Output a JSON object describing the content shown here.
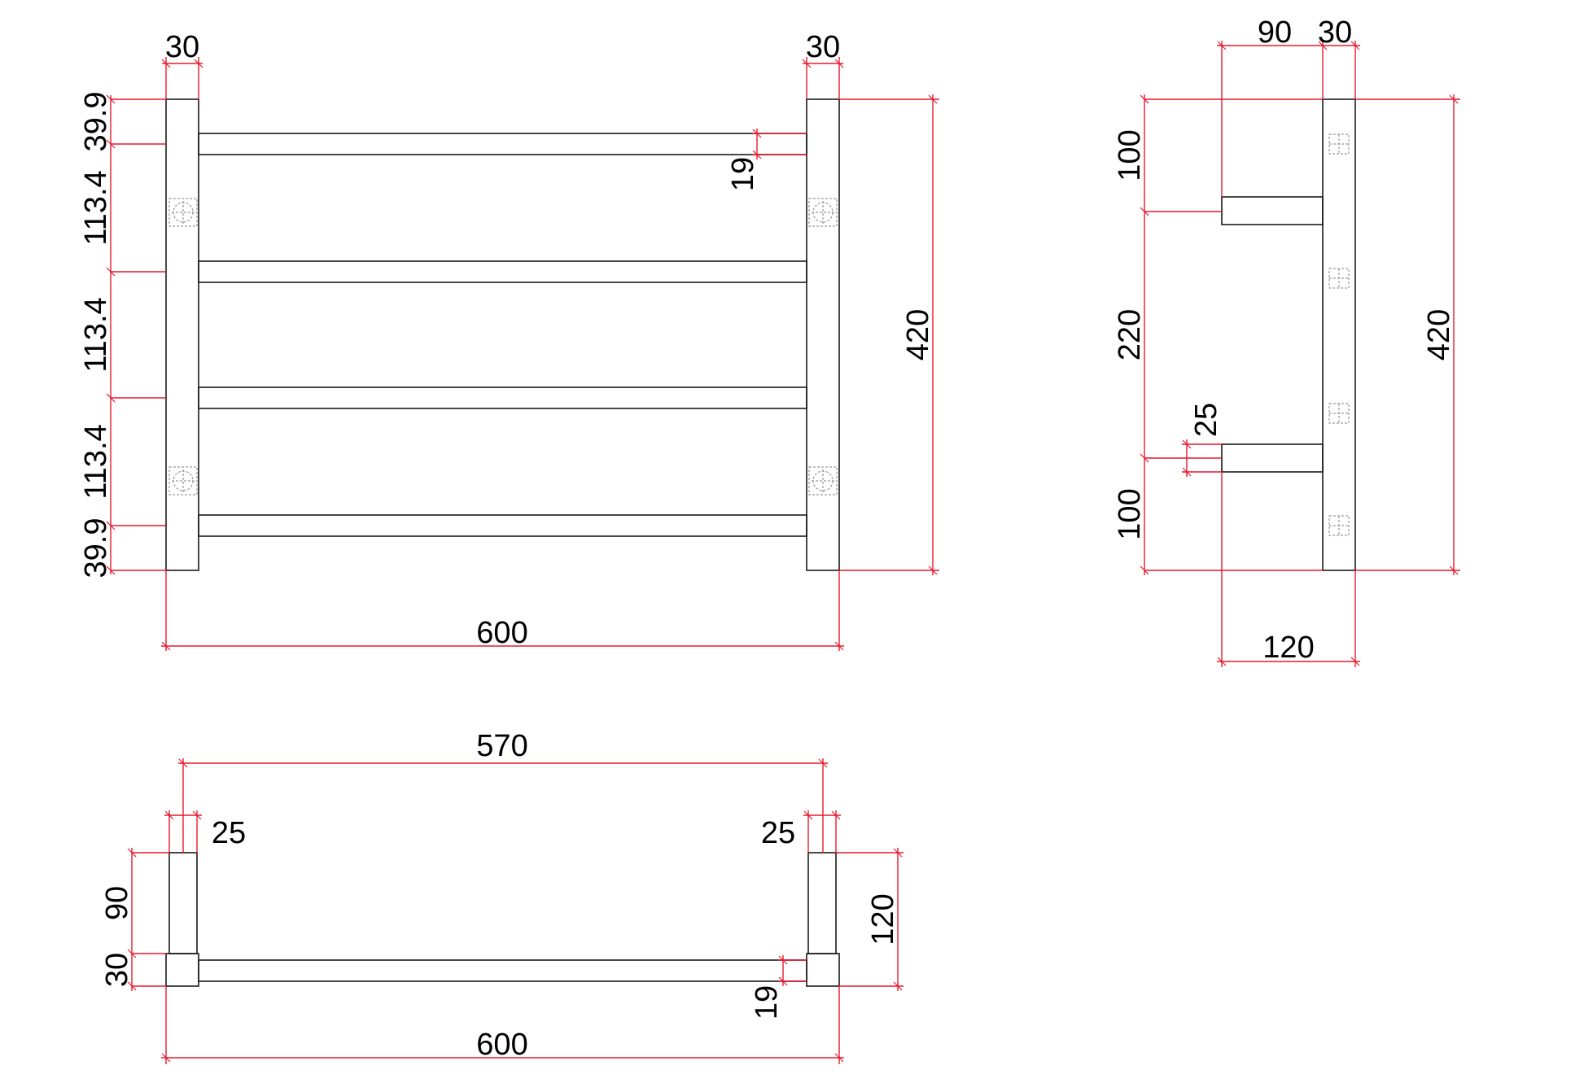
{
  "colors": {
    "object_line": "#1a1a1a",
    "dimension_line": "#e8192c",
    "hidden_line": "#9a9a9a",
    "background": "#ffffff"
  },
  "front_view": {
    "width_left_post": "30",
    "width_right_post": "30",
    "gap_top": "39.9",
    "pitch_1": "113.4",
    "pitch_2": "113.4",
    "pitch_3": "113.4",
    "gap_bottom": "39.9",
    "bar_thickness": "19",
    "height_total": "420",
    "width_total": "600"
  },
  "side_view": {
    "arm_length": "90",
    "post_depth": "30",
    "top_offset": "100",
    "arm_spacing": "220",
    "bottom_offset": "100",
    "arm_thickness": "25",
    "height_total": "420",
    "depth_total": "120"
  },
  "top_view": {
    "inner_span": "570",
    "left_arm_width": "25",
    "right_arm_width": "25",
    "arm_length": "90",
    "post_depth": "30",
    "depth_total": "120",
    "bar_thickness": "19",
    "width_total": "600"
  }
}
